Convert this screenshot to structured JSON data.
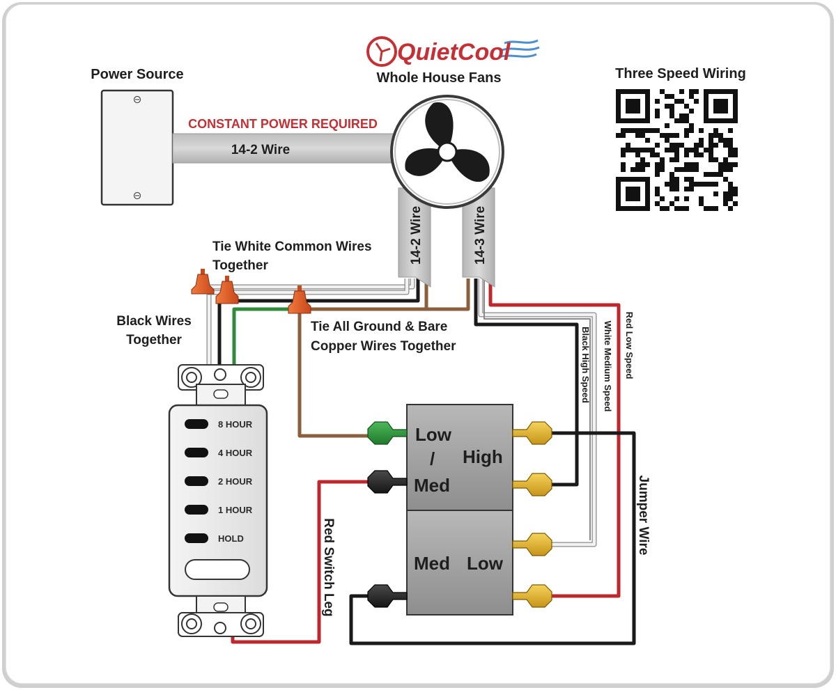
{
  "logo": {
    "brand": "QuietCool",
    "tagline": "Whole House Fans"
  },
  "power_source": {
    "label": "Power Source",
    "warning": "CONSTANT POWER REQUIRED",
    "wire": "14-2 Wire"
  },
  "fan": {
    "wire_a": "14-2 Wire",
    "wire_b": "14-3 Wire"
  },
  "qr": {
    "label": "Three Speed Wiring"
  },
  "notes": {
    "white_line1": "Tie White Common Wires",
    "white_line2": "Together",
    "black_line1": "Black Wires",
    "black_line2": "Together",
    "ground_line1": "Tie All Ground & Bare",
    "ground_line2": "Copper Wires Together"
  },
  "speed_wires": {
    "black": "Black High Speed",
    "white": "White Medium Speed",
    "red": "Red Low Speed"
  },
  "relay_top": {
    "low": "Low",
    "slash": "/",
    "med": "Med",
    "high": "High"
  },
  "relay_bottom": {
    "med": "Med",
    "low": "Low"
  },
  "jumper": "Jumper Wire",
  "red_leg": "Red Switch Leg",
  "timer": {
    "options": [
      "8 HOUR",
      "4 HOUR",
      "2 HOUR",
      "1 HOUR",
      "HOLD"
    ]
  },
  "colors": {
    "red_text": "#c62f33",
    "wire_black": "#1a1a1a",
    "wire_red": "#c0272d",
    "wire_white": "#f2f2f2",
    "wire_brown": "#8b5e3c",
    "wire_green": "#2e8b3a",
    "nut_orange": "#e0592a",
    "nut_yellow": "#e3b52a",
    "relay_gray": "#9a9a9a"
  }
}
